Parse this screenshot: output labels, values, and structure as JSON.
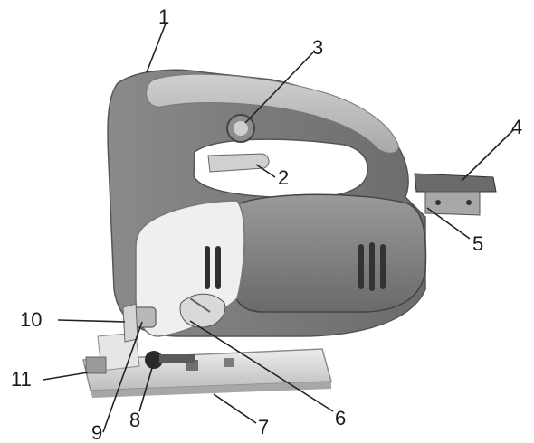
{
  "diagram": {
    "callouts": [
      {
        "id": "1",
        "label": "1"
      },
      {
        "id": "2",
        "label": "2"
      },
      {
        "id": "3",
        "label": "3"
      },
      {
        "id": "4",
        "label": "4"
      },
      {
        "id": "5",
        "label": "5"
      },
      {
        "id": "6",
        "label": "6"
      },
      {
        "id": "7",
        "label": "7"
      },
      {
        "id": "8",
        "label": "8"
      },
      {
        "id": "9",
        "label": "9"
      },
      {
        "id": "10",
        "label": "10"
      },
      {
        "id": "11",
        "label": "11"
      }
    ]
  },
  "colors": {
    "body_dark": "#7b7b7b",
    "handle_light": "#b9b9b9",
    "cover_white": "#ececec",
    "base_plate": "#d8d8d8"
  }
}
